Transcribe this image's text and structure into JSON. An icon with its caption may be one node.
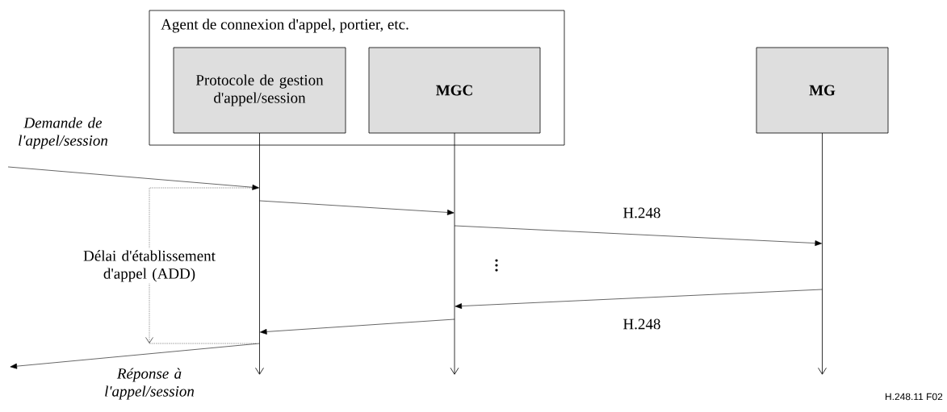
{
  "diagram": {
    "nodes": [
      {
        "text": [
          "Agent de connexion d'appel, portier, etc."
        ]
      },
      {
        "text": [
          "Protocole de gestion d'appel/session"
        ],
        "in": 0
      },
      {
        "text": [
          "MGC"
        ],
        "in": 0
      },
      {
        "text": [
          "MG"
        ]
      },
      {
        "text": [],
        "shape": "line"
      },
      {
        "text": [],
        "shape": "line"
      },
      {
        "text": [],
        "shape": "line"
      }
    ],
    "edges": [
      {
        "from": null,
        "to": 4,
        "arrow": "to",
        "label": "Demande de l'appel/session"
      },
      {
        "from": 4,
        "to": 5,
        "arrow": "to"
      },
      {
        "from": 5,
        "to": 6,
        "arrow": "to",
        "label": "H.248"
      },
      {
        "from": 6,
        "to": 5,
        "arrow": "to",
        "label": "H.248"
      },
      {
        "from": 5,
        "to": 4,
        "arrow": "to"
      },
      {
        "from": 4,
        "to": null,
        "arrow": "to",
        "label": "Réponse à l'appel/session"
      }
    ],
    "labels": [
      "Délai d'établissement d'appel (ADD)",
      "H.248.11 F02"
    ]
  }
}
